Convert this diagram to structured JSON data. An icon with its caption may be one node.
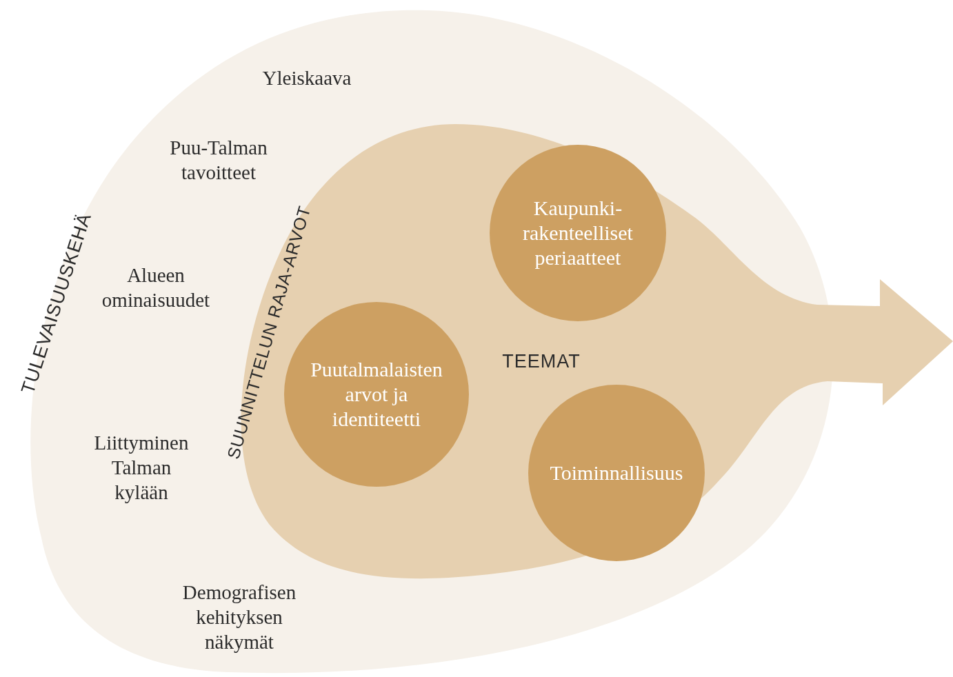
{
  "diagram": {
    "nodes": [
      {
        "text": [
          "TULEVAISUUSKEHÄ",
          "Yleiskaava",
          "Puu-Talman tavoitteet",
          "Alueen ominaisuudet",
          "Liittyminen Talman kylään",
          "Demografisen kehityksen näkymät"
        ]
      },
      {
        "text": [
          "SUUNNITTELUN RAJA-ARVOT",
          "TEEMAT"
        ]
      },
      {
        "text": [
          "Kaupunki- rakenteelliset periaatteet"
        ],
        "in": 1
      },
      {
        "text": [
          "Puutalmalaisten arvot ja identiteetti"
        ],
        "in": 1
      },
      {
        "text": [
          "Toiminnallisuus"
        ],
        "in": 1
      }
    ]
  }
}
